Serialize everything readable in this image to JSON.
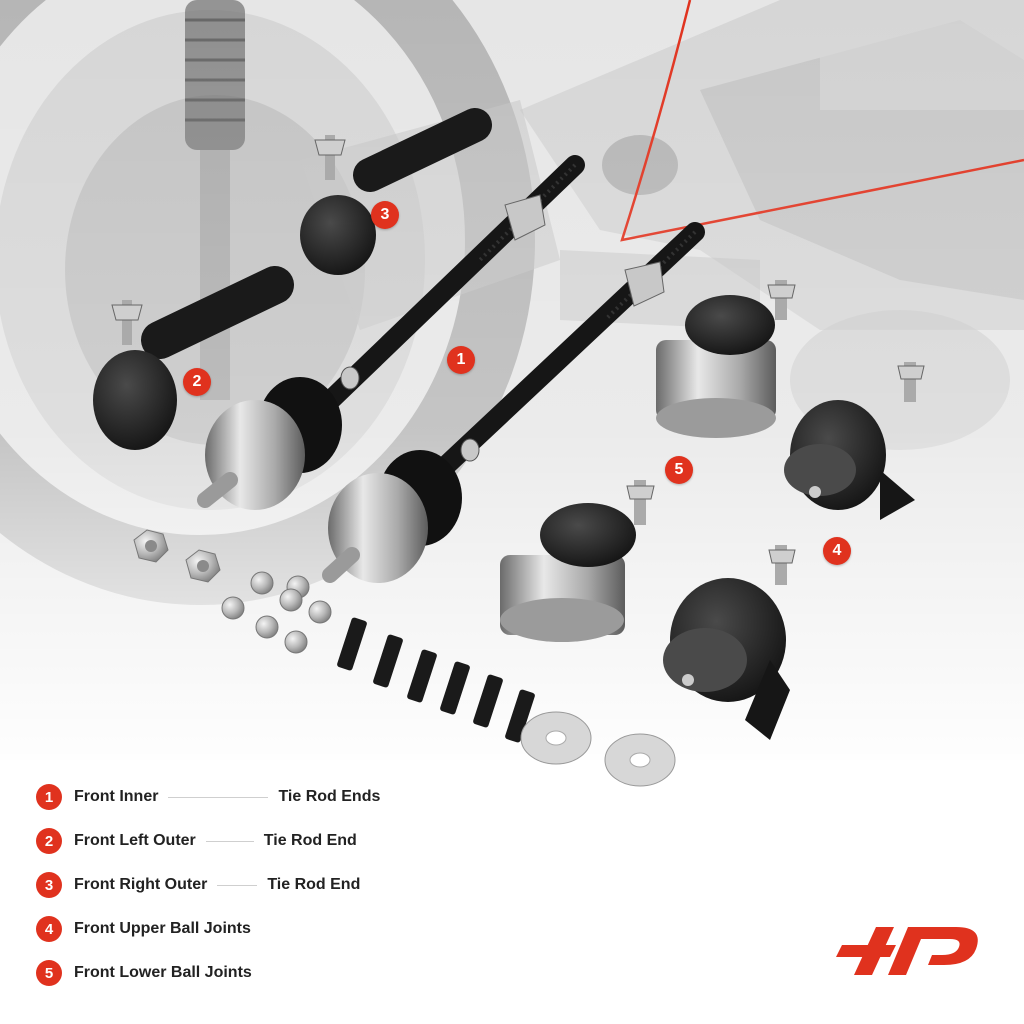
{
  "callouts": [
    "1",
    "2",
    "3",
    "4",
    "5"
  ],
  "legend": [
    {
      "number": "1",
      "name": "Front Inner",
      "type": "Tie Rod Ends"
    },
    {
      "number": "2",
      "name": "Front Left Outer",
      "type": "Tie Rod End"
    },
    {
      "number": "3",
      "name": "Front Right Outer",
      "type": "Tie Rod End"
    },
    {
      "number": "4",
      "name": "Front Upper Ball Joints",
      "type": ""
    },
    {
      "number": "5",
      "name": "Front Lower Ball Joints",
      "type": ""
    }
  ],
  "colors": {
    "accent": "#e0321e",
    "part_black": "#1b1b1b",
    "metal": "#b9b9b9",
    "background_vehicle": "#d9d9d9"
  },
  "icons": [
    "tie-rod-icon",
    "ball-joint-icon",
    "hex-nut-icon",
    "bolt-icon",
    "washer-icon",
    "brand-logo-icon"
  ]
}
